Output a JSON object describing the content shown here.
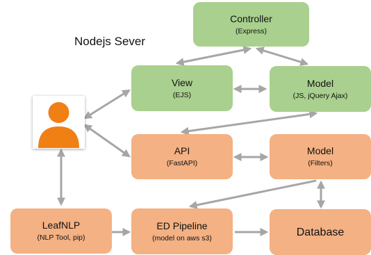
{
  "server_label": "Nodejs Sever",
  "nodes": {
    "controller": {
      "title": "Controller",
      "subtitle": "(Express)"
    },
    "view": {
      "title": "View",
      "subtitle": "(EJS)"
    },
    "model_js": {
      "title": "Model",
      "subtitle": "(JS, jQuery Ajax)"
    },
    "api": {
      "title": "API",
      "subtitle": "(FastAPI)"
    },
    "model_filters": {
      "title": "Model",
      "subtitle": "(Filters)"
    },
    "leafnlp": {
      "title": "LeafNLP",
      "subtitle": "(NLP Tool, pip)"
    },
    "ed_pipeline": {
      "title": "ED Pipeline",
      "subtitle": "(model on aws s3)"
    },
    "database": {
      "title": "Database"
    }
  },
  "user_icon": "person-icon",
  "colors": {
    "green_node": "#a9d08e",
    "orange_node": "#f4b183",
    "user_icon": "#f07f14",
    "arrow": "#a6a6a6"
  }
}
